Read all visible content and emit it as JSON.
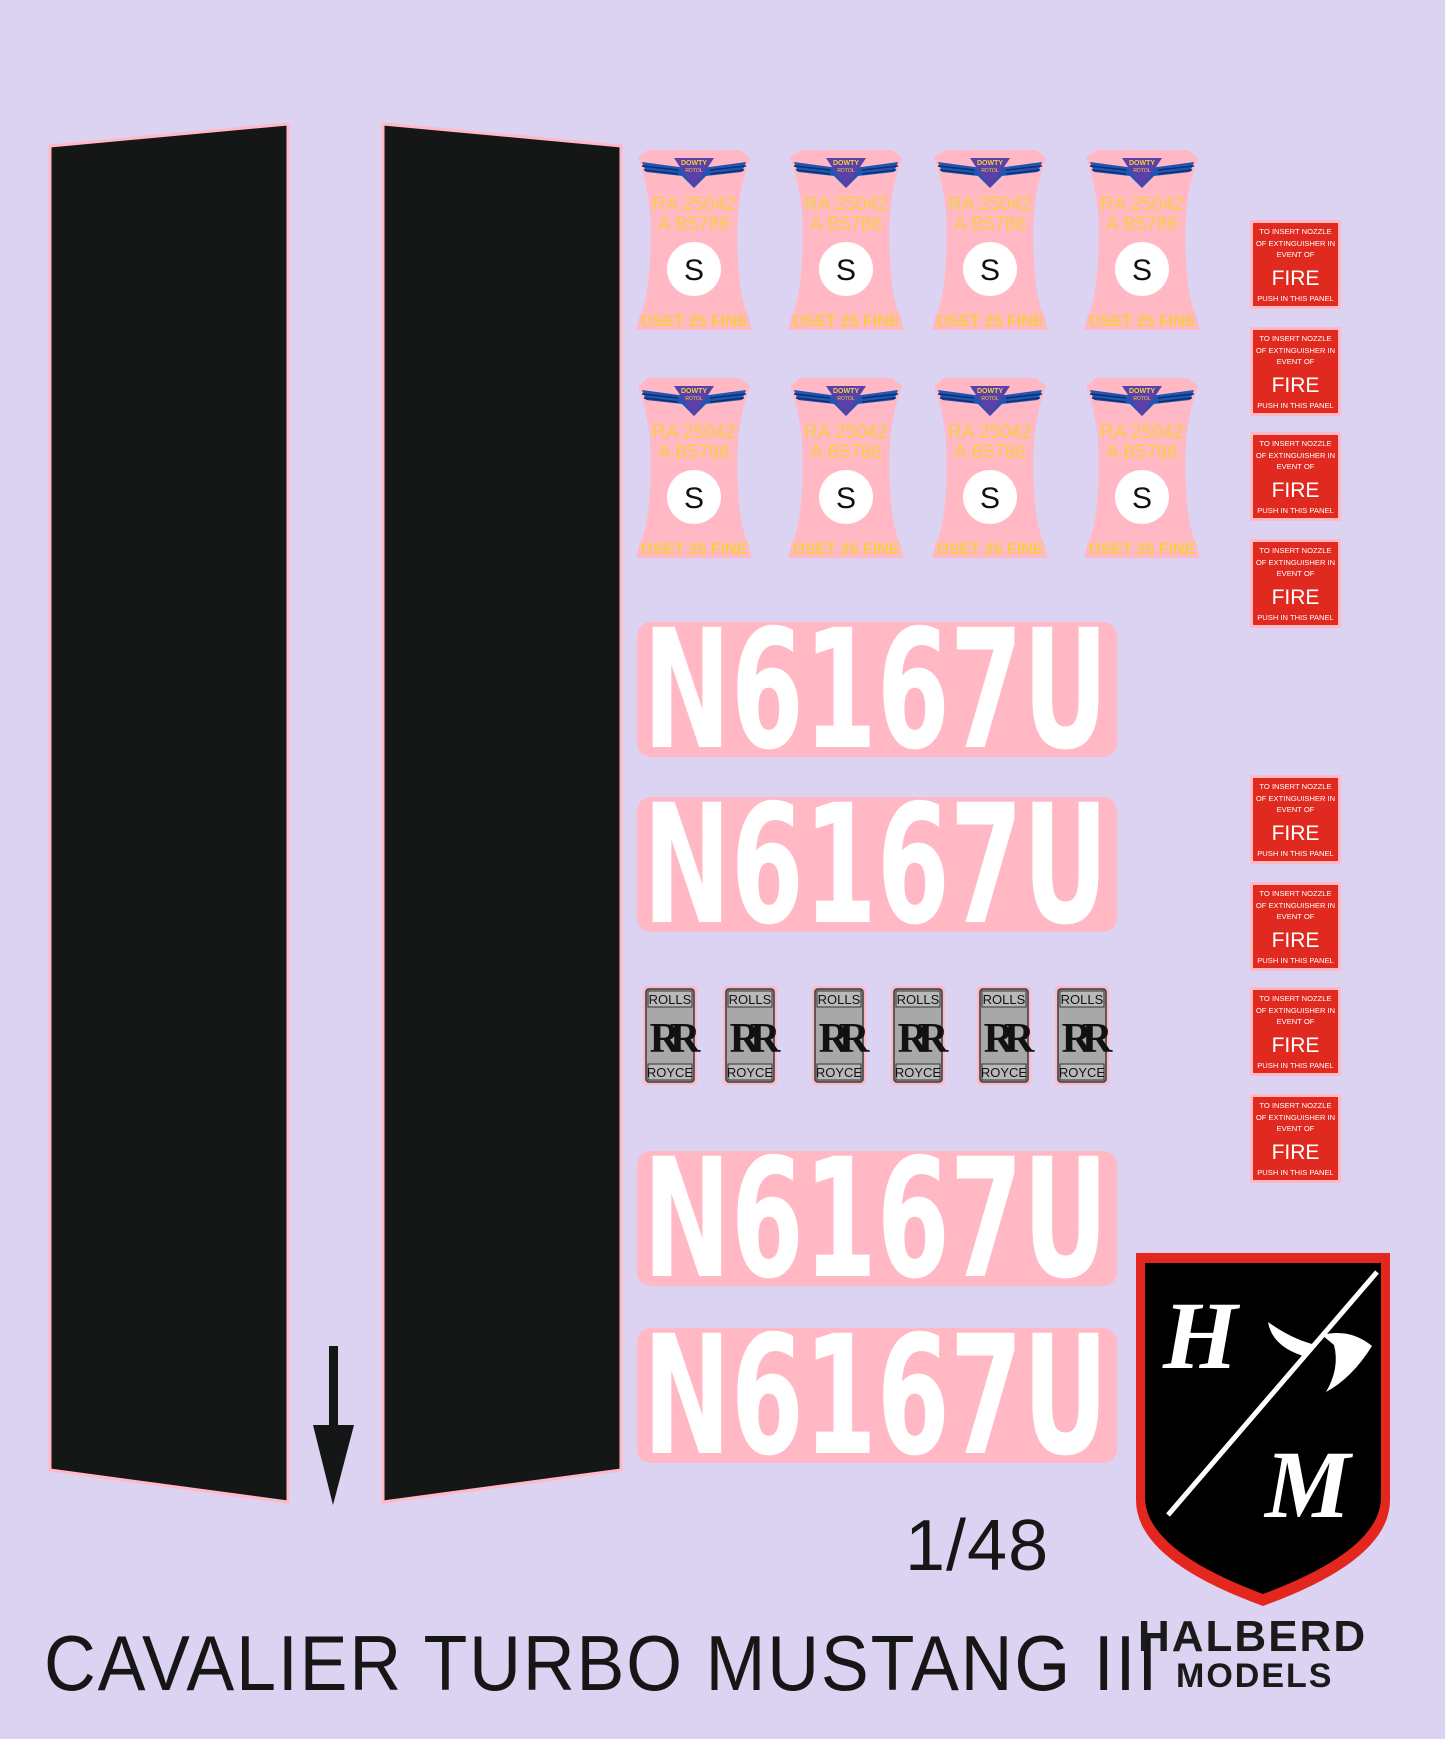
{
  "sheet": {
    "title": "CAVALIER TURBO MUSTANG III",
    "scale": "1/48",
    "brand_line1": "HALBERD",
    "brand_line2": "MODELS"
  },
  "colors": {
    "background": "#dcd3f3",
    "decal_pink": "#ffb8c4",
    "panel_black": "#141716",
    "fire_red": "#e02a1f",
    "logo_red": "#e4271e",
    "dowty_blue": "#1d57b3",
    "dowty_purple": "#5a40a8",
    "dowty_yellow": "#f5cf43",
    "rr_grey": "#a8a8a8"
  },
  "dowty_decal": {
    "brand": "DOWTY",
    "sub": "ROTOL",
    "line1": "RA  25042",
    "line2": "A  B5786",
    "center": "S",
    "footer": "OSET 25 FINE",
    "count": 8
  },
  "fire_panel": {
    "line1": "TO INSERT NOZZLE",
    "line2": "OF EXTINGUISHER IN",
    "line3": "EVENT OF",
    "fire": "FIRE",
    "line4": "PUSH IN THIS PANEL",
    "count": 8
  },
  "registration": {
    "text": "N6167U",
    "count": 4
  },
  "rolls_royce_badge": {
    "top": "ROLLS",
    "monogram": "RR",
    "bottom": "ROYCE",
    "count": 6
  },
  "logo": {
    "letter1": "H",
    "letter2": "M"
  },
  "icons": {
    "arrow": "down-arrow-icon",
    "halberd": "halberd-icon"
  }
}
